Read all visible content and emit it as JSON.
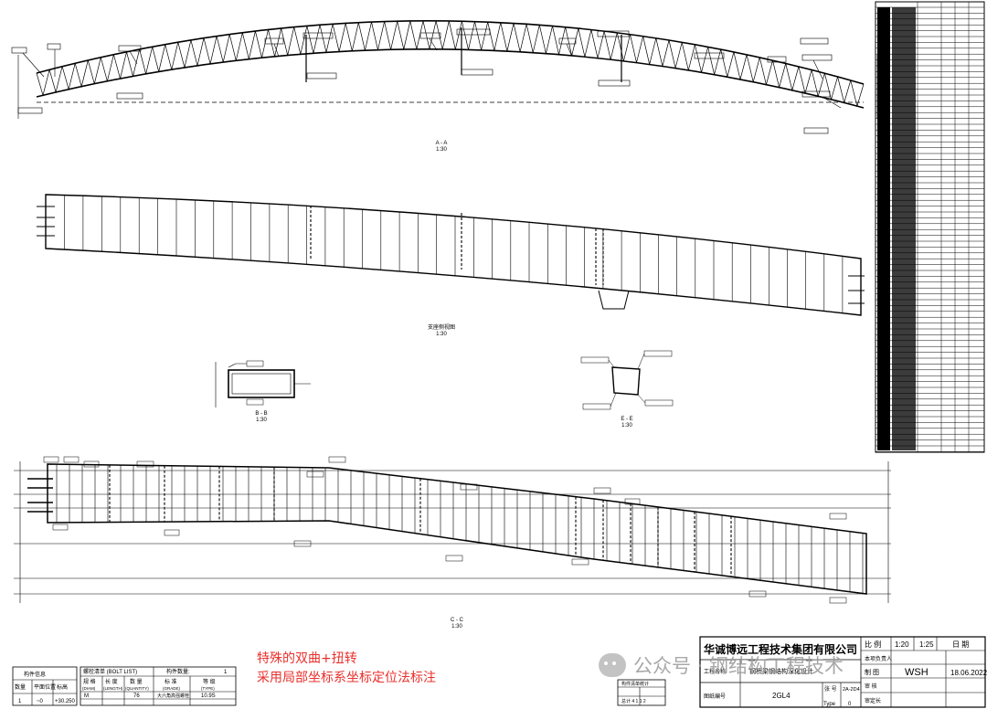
{
  "views": {
    "aa": {
      "title": "A - A",
      "scale": "1:30"
    },
    "plan": {
      "title": "支座侧视图",
      "scale": "1:30"
    },
    "bb": {
      "title": "B - B",
      "scale": "1:30"
    },
    "ee": {
      "title": "E - E",
      "scale": "1:30"
    },
    "cc": {
      "title": "C - C",
      "scale": "1:30"
    }
  },
  "annotations": {
    "line1": "特殊的双曲+扭转",
    "line2": "采用局部坐标系坐标定位法标注"
  },
  "watermark": {
    "text": "公众号 · 钢结构工程技术",
    "icon": "wechat-icon"
  },
  "title_block": {
    "company": "华诚博远工程技术集团有限公司",
    "scale_label": "比 例",
    "scale_values": [
      "1:20",
      "1:25"
    ],
    "date_label": "日 期",
    "project_label": "工程名称",
    "project_value": "钢桥梁钢结构深化设计",
    "drawing_no_label": "图纸编号",
    "drawing_no_value": "2GL4",
    "type_label": "Type",
    "type_value": "0",
    "sheet_label": "张 号",
    "sheet_value": "2A-2D4",
    "responsible_label": "本项负责人",
    "draw_label": "制 图",
    "draw_value": "WSH",
    "check_label": "审 核",
    "approve_label": "审定长",
    "date_value": "18.06.2022"
  },
  "member_table": {
    "title": "构件信息",
    "headers": [
      "数量",
      "平面位置",
      "标高"
    ],
    "values": [
      "1",
      "~0",
      "+30.250"
    ]
  },
  "bolt_table": {
    "title": "螺栓清单 (BOLT LIST)",
    "count_label": "构件数量:",
    "count_value": "1",
    "headers": [
      "规 格",
      "长 度",
      "数 量",
      "标 准",
      "等 级"
    ],
    "headers_en": [
      "(DIAM)",
      "(LENGTH)",
      "(QUANTITY)",
      "(GRADE)",
      "(TYPE)"
    ],
    "row": [
      "M",
      "",
      "76",
      "大六角高强螺栓",
      "10.9S"
    ]
  },
  "small_table": {
    "title": "构件清单统计",
    "rows": [
      "总计 4 1 1 2"
    ]
  },
  "pens": {
    "line": "#000000",
    "annot": "#e8302c",
    "watermark": "#9a9a9a"
  }
}
